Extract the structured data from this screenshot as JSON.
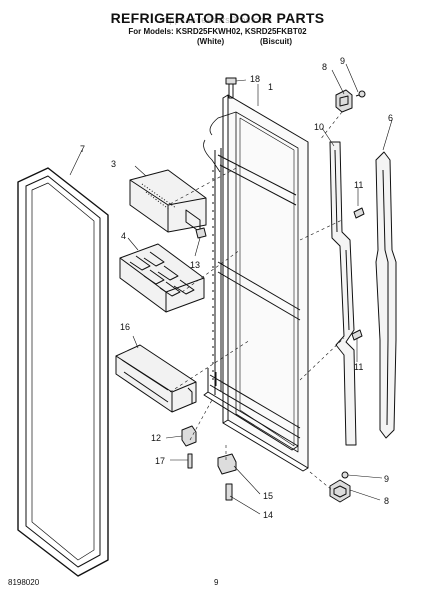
{
  "header": {
    "title": "REFRIGERATOR DOOR PARTS",
    "models_line": "For Models: KSRD25FKWH02, KSRD25FKBT02",
    "variant_white": "(White)",
    "variant_biscuit": "(Biscuit)",
    "watermark": "AppliancePartsPros.com"
  },
  "callouts": [
    "1",
    "3",
    "4",
    "6",
    "7",
    "8",
    "9",
    "10",
    "11",
    "11",
    "12",
    "13",
    "14",
    "15",
    "16",
    "17",
    "18",
    "9",
    "8"
  ],
  "footer": {
    "doc_number": "8198020",
    "page_number": "9"
  },
  "colors": {
    "ink": "#111111",
    "watermark": "#b8b8b8"
  }
}
